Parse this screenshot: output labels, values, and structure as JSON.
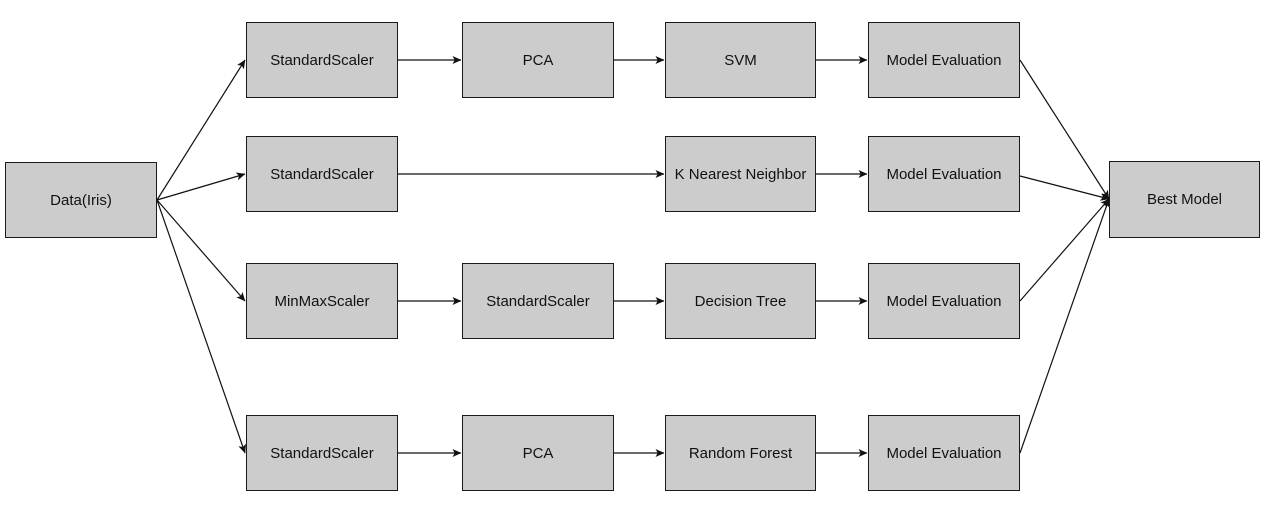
{
  "diagram": {
    "colors": {
      "node_fill": "#cccccc",
      "node_border": "#1a1a1a",
      "edge": "#111111",
      "background": "#ffffff"
    },
    "source": {
      "label": "Data(Iris)"
    },
    "target": {
      "label": "Best Model"
    },
    "pipelines": [
      {
        "steps": [
          "StandardScaler",
          "PCA",
          "SVM",
          "Model Evaluation"
        ]
      },
      {
        "steps": [
          "StandardScaler",
          "K Nearest Neighbor",
          "Model Evaluation"
        ]
      },
      {
        "steps": [
          "MinMaxScaler",
          "StandardScaler",
          "Decision Tree",
          "Model Evaluation"
        ]
      },
      {
        "steps": [
          "StandardScaler",
          "PCA",
          "Random Forest",
          "Model Evaluation"
        ]
      }
    ]
  }
}
